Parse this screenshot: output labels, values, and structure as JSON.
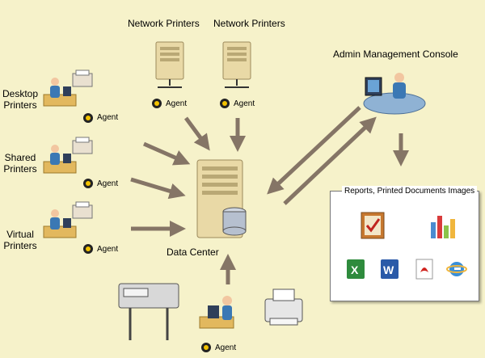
{
  "nodes": {
    "network_printers_1": "Network Printers",
    "network_printers_2": "Network Printers",
    "admin_console": "Admin Management Console",
    "desktop_printers": [
      "Desktop",
      "Printers"
    ],
    "shared_printers": [
      "Shared",
      "Printers"
    ],
    "virtual_printers": [
      "Virtual",
      "Printers"
    ],
    "data_center": "Data Center",
    "reports_title": "Reports, Printed Documents Images"
  },
  "agent_label": "Agent",
  "agents": [
    "Agent",
    "Agent",
    "Agent",
    "Agent",
    "Agent",
    "Agent"
  ],
  "colors": {
    "background": "#f6f2ca",
    "arrow": "#857566",
    "server_beige": "#e9d9a6",
    "panel_bg": "#ffffff",
    "panel_border": "#777777"
  },
  "report_icons": [
    "clipboard-check-icon",
    "bar-chart-icon",
    "excel-icon",
    "word-icon",
    "pdf-icon",
    "ie-icon"
  ]
}
